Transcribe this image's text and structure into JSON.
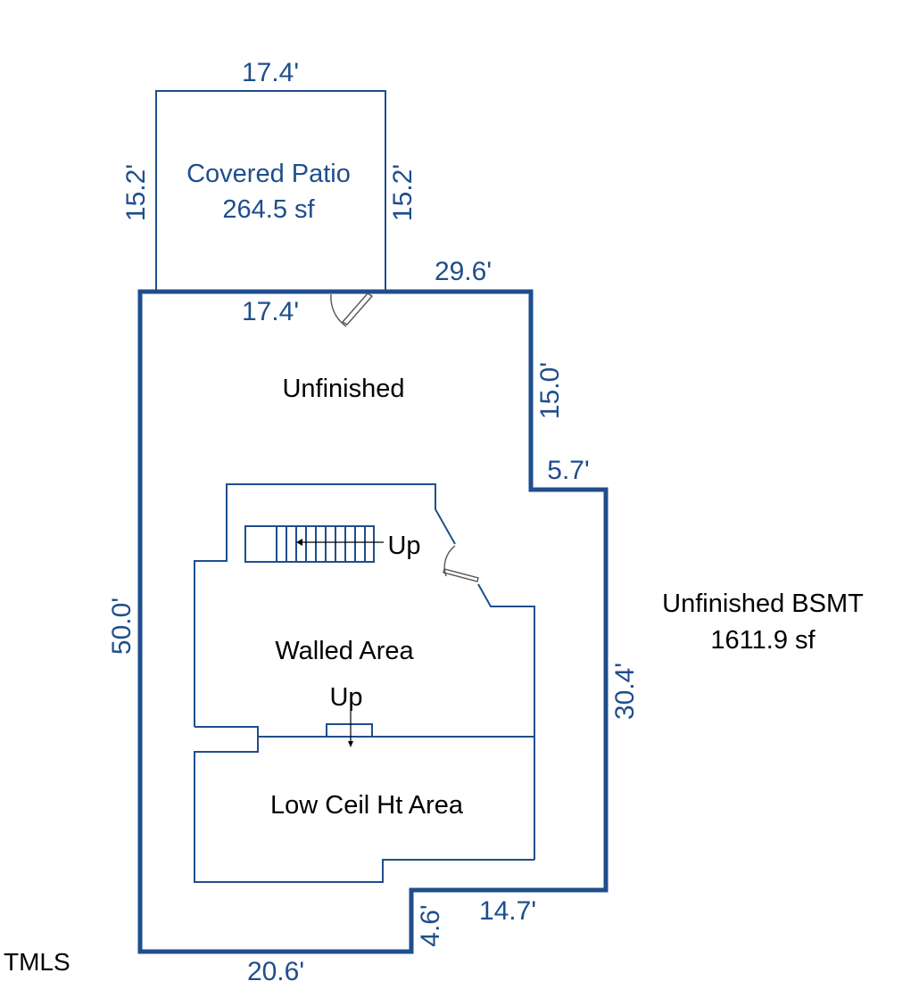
{
  "plan": {
    "summary": {
      "name": "Unfinished BSMT",
      "area": "1611.9 sf"
    },
    "patio": {
      "name": "Covered Patio",
      "area": "264.5 sf",
      "dim_top": "17.4'",
      "dim_left": "15.2'",
      "dim_right": "15.2'",
      "dim_bottom": "17.4'"
    },
    "dimensions": {
      "top_right": "29.6'",
      "right_upper": "15.0'",
      "step": "5.7'",
      "right_lower": "30.4'",
      "left": "50.0'",
      "bottom_left": "20.6'",
      "notch_vertical": "4.6'",
      "bottom_right": "14.7'"
    },
    "rooms": {
      "unfinished": "Unfinished",
      "walled_area": "Walled Area",
      "low_ceiling": "Low Ceil Ht Area",
      "stair_up_1": "Up",
      "stair_up_2": "Up"
    },
    "watermark": "TMLS",
    "colors": {
      "line": "#1f4e8c",
      "text": "#000000"
    }
  }
}
